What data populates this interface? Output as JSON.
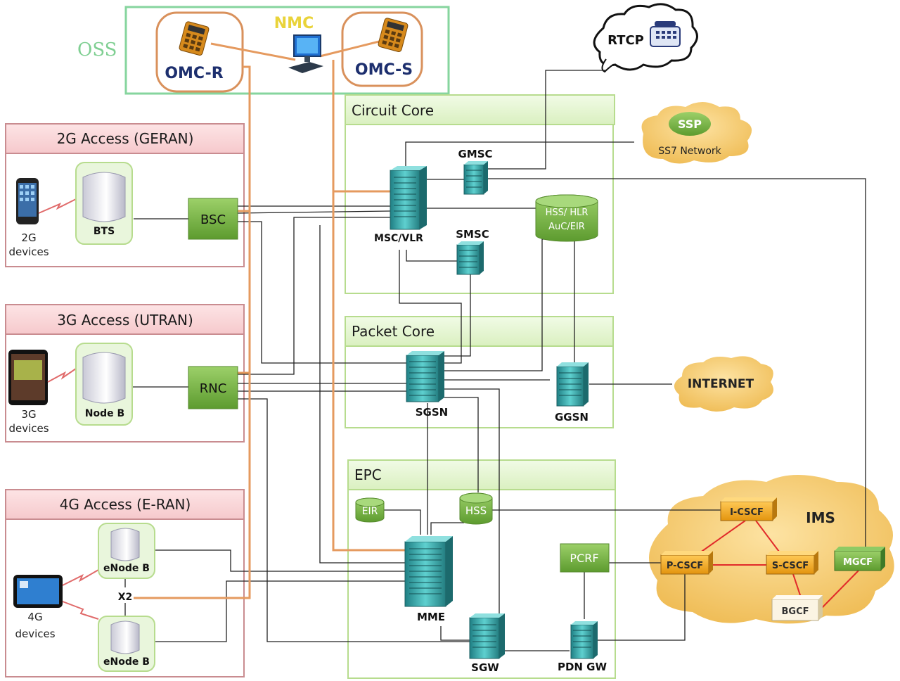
{
  "oss": {
    "label": "OSS",
    "nmc": "NMC",
    "omc_r": "OMC-R",
    "omc_s": "OMC-S"
  },
  "rtcp": "RTCP",
  "ss7": {
    "ssp": "SSP",
    "network": "SS7 Network"
  },
  "internet": "INTERNET",
  "access": {
    "g2": {
      "title": "2G Access (GERAN)",
      "device": "2G devices",
      "device_l1": "2G",
      "device_l2": "devices",
      "bts": "BTS",
      "controller": "BSC"
    },
    "g3": {
      "title": "3G Access (UTRAN)",
      "device_l1": "3G",
      "device_l2": "devices",
      "node": "Node B",
      "controller": "RNC"
    },
    "g4": {
      "title": "4G Access (E-RAN)",
      "device_l1": "4G",
      "device_l2": "devices",
      "enodeb1": "eNode B",
      "enodeb2": "eNode B",
      "x2": "X2"
    }
  },
  "circuit_core": {
    "title": "Circuit Core",
    "gmsc": "GMSC",
    "msc_vlr": "MSC/VLR",
    "smsc": "SMSC",
    "hss_l1": "HSS/ HLR",
    "hss_l2": "AuC/EIR"
  },
  "packet_core": {
    "title": "Packet Core",
    "sgsn": "SGSN",
    "ggsn": "GGSN"
  },
  "epc": {
    "title": "EPC",
    "eir": "EIR",
    "hss": "HSS",
    "mme": "MME",
    "sgw": "SGW",
    "pdn_gw": "PDN GW",
    "pcrf": "PCRF"
  },
  "ims": {
    "title": "IMS",
    "icscf": "I-CSCF",
    "pcscf": "P-CSCF",
    "scscf": "S-CSCF",
    "mgcf": "MGCF",
    "bgcf": "BGCF"
  },
  "colors": {
    "oss_border": "#7fd39a",
    "oss_link": "#e59a5f",
    "access_header": "#f8d7d9",
    "access_border": "#c9888c",
    "core_header": "#e4f5cf",
    "core_border": "#b7dc8e",
    "green_box": "#7cb84a",
    "server": "#3fa5a5",
    "cloud": "#f2c266",
    "ims_node": "#f0a81c",
    "mgcf": "#4f9e4d"
  }
}
